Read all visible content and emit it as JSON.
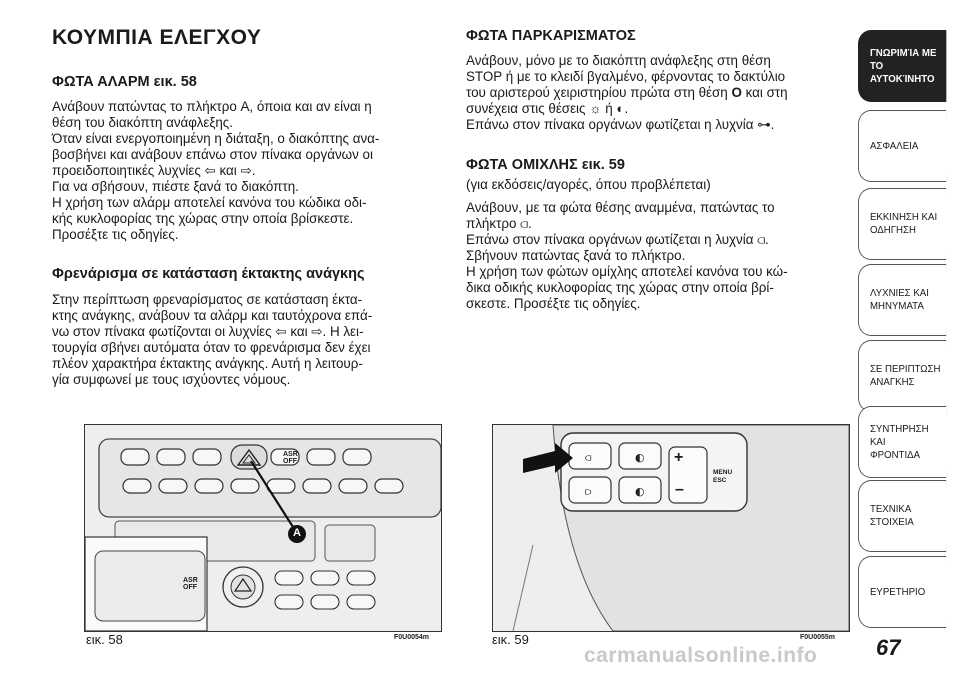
{
  "title": "ΚΟΥΜΠΙΑ ΕΛΕΓΧΟΥ",
  "left": {
    "s1_heading": "ΦΩΤΑ ΑΛΑΡΜ εικ. 58",
    "s1_lines": [
      "Ανάβουν πατώντας το πλήκτρο A, όποια και αν είναι η",
      "θέση του διακόπτη ανάφλεξης.",
      "Όταν είναι ενεργοποιημένη η διάταξη, ο διακόπτης ανα-",
      "βοσβήνει και ανάβουν επάνω στον πίνακα οργάνων οι",
      "προειδοποιητικές λυχνίες",
      "και",
      ".",
      "Για να σβήσουν, πιέστε ξανά το διακόπτη.",
      "Η χρήση των αλάρμ αποτελεί κανόνα του κώδικα οδι-",
      "κής κυκλοφορίας της χώρας στην οποία βρίσκεστε.",
      "Προσέξτε τις οδηγίες."
    ],
    "s2_heading": "Φρενάρισμα σε κατάσταση έκτακτης ανάγκης",
    "s2_lines": [
      "Στην περίπτωση φρεναρίσματος σε κατάσταση έκτα-",
      "κτης ανάγκης, ανάβουν τα αλάρμ και ταυτόχρονα επά-",
      "νω στον πίνακα φωτίζονται οι λυχνίες",
      "και",
      ". Η λει-",
      "τουργία σβήνει αυτόματα όταν το φρενάρισμα δεν έχει",
      "πλέον χαρακτήρα έκτακτης ανάγκης. Αυτή η λειτουρ-",
      "γία συμφωνεί με τους ισχύοντες νόμους."
    ]
  },
  "right": {
    "s1_heading": "ΦΩΤΑ ΠΑΡΚΑΡΙΣΜΑΤΟΣ",
    "s1_lines": [
      "Ανάβουν, μόνο με το διακόπτη ανάφλεξης στη θέση",
      "STOP ή με το κλειδί βγαλμένο, φέρνοντας το δακτύλιο",
      "του αριστερού χειριστηρίου πρώτα στη θέση",
      "O",
      "και στη",
      "συνέχεια στις θέσεις",
      "ή",
      ".",
      "Επάνω στον πίνακα οργάνων φωτίζεται η λυχνία",
      "."
    ],
    "s2_heading": "ΦΩΤΑ ΟΜΙΧΛΗΣ εικ. 59",
    "s2_sub": "(για εκδόσεις/αγορές, όπου προβλέπεται)",
    "s2_lines": [
      "Ανάβουν, με τα φώτα θέσης αναμμένα, πατώντας το",
      "πλήκτρο",
      ".",
      "Επάνω στον πίνακα οργάνων φωτίζεται η λυχνία",
      ".",
      "Σβήνουν πατώντας ξανά το πλήκτρο.",
      "Η χρήση των φώτων ομίχλης αποτελεί κανόνα του κώ-",
      "δικα οδικής κυκλοφορίας της χώρας στην οποία βρί-",
      "σκεστε. Προσέξτε τις οδηγίες."
    ]
  },
  "figures": {
    "fig58": {
      "caption": "εικ. 58",
      "code": "F0U0054m",
      "label_a": "A",
      "asr_1": "ASR",
      "off_1": "OFF",
      "asr_2": "ASR",
      "off_2": "OFF"
    },
    "fig59": {
      "caption": "εικ. 59",
      "code": "F0U0055m",
      "plus": "+",
      "minus": "–",
      "menu": "MENU",
      "esc": "ESC"
    }
  },
  "sidebar": [
    {
      "line1": "ΓΝΩΡΙΜΊΑ ΜΕ ΤΟ",
      "line2": "ΑΥΤΟΚΊΝΗΤΟ",
      "active": true
    },
    {
      "line1": "ΑΣΦΑΛΕΙΑ",
      "line2": "",
      "active": false
    },
    {
      "line1": "ΕΚΚΙΝΗΣΗ ΚΑΙ",
      "line2": "ΟΔΗΓΗΣΗ",
      "active": false
    },
    {
      "line1": "ΛΥΧΝΙΕΣ ΚΑΙ",
      "line2": "ΜΗΝΥΜΑΤΑ",
      "active": false
    },
    {
      "line1": "ΣΕ ΠΕΡΙΠΤΩΣΗ",
      "line2": "ΑΝΑΓΚΗΣ",
      "active": false
    },
    {
      "line1": "ΣΥΝΤΗΡΗΣΗ ΚΑΙ",
      "line2": "ΦΡΟΝΤΙΔΑ",
      "active": false
    },
    {
      "line1": "ΤΕΧΝΙΚΑ ΣΤΟΙΧΕΙΑ",
      "line2": "",
      "active": false
    },
    {
      "line1": "ΕΥΡΕΤΗΡΙΟ",
      "line2": "",
      "active": false
    }
  ],
  "page_number": "67",
  "watermark": "carmanualsonline.info"
}
